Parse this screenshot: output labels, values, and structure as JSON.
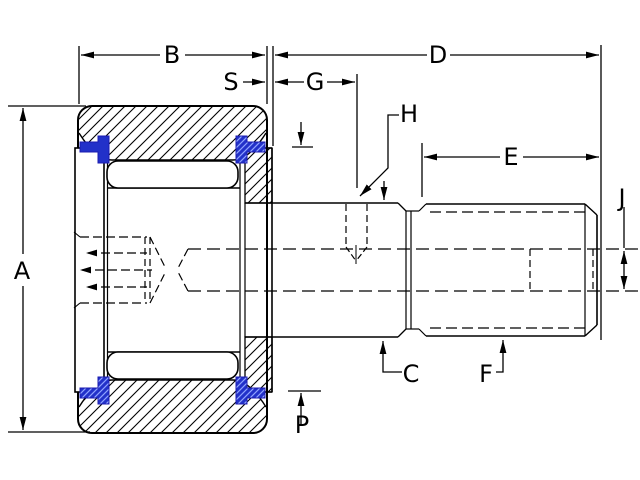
{
  "drawing": {
    "type": "engineering-cross-section",
    "subject": "stud-type cam follower bearing",
    "background": "#ffffff",
    "line_color": "#000000",
    "seal_color": "#2231c9",
    "labels": {
      "A": "A",
      "B": "B",
      "C": "C",
      "D": "D",
      "E": "E",
      "F": "F",
      "G": "G",
      "H": "H",
      "J": "J",
      "P": "P",
      "S": "S"
    }
  }
}
